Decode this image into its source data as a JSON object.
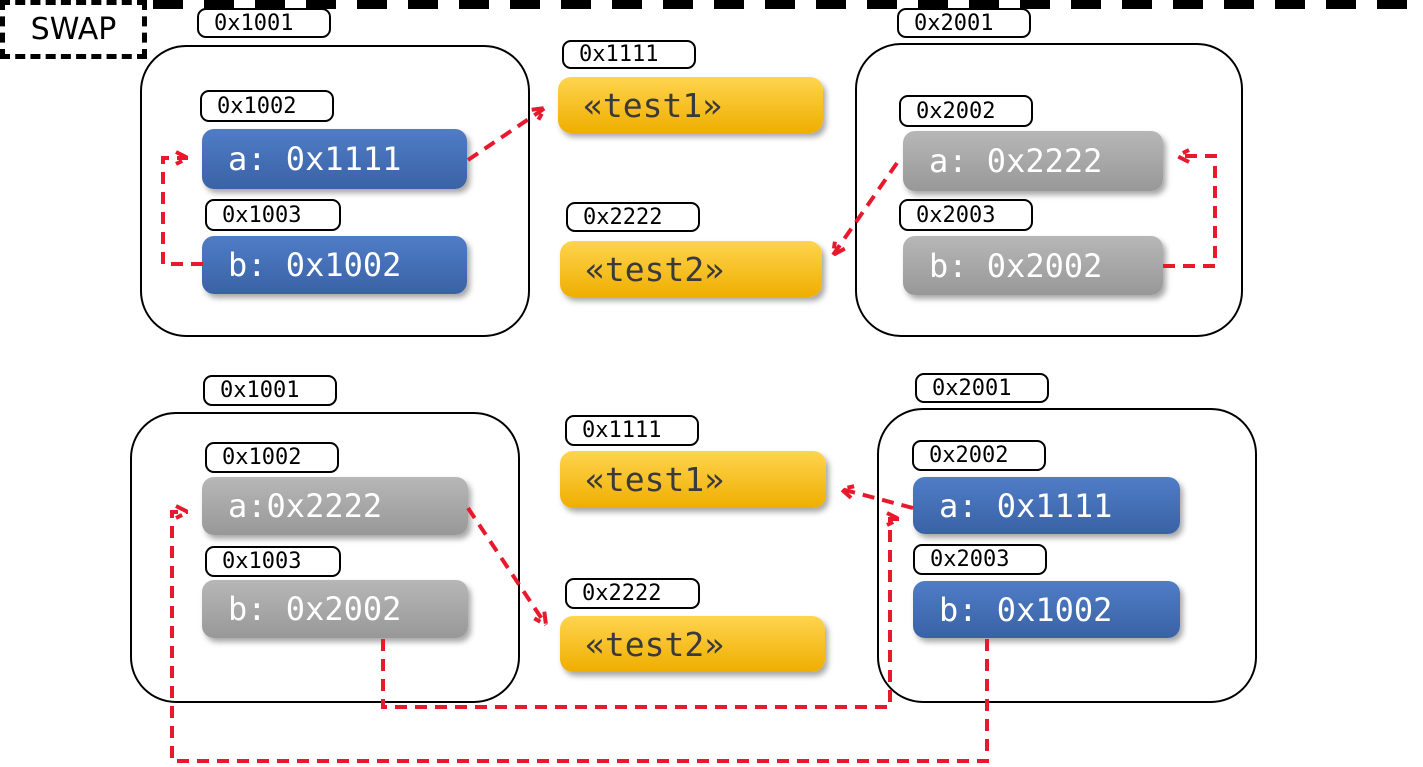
{
  "diagram": {
    "divider_label": "SWAP",
    "colors": {
      "pointer_blue": "#4472C4",
      "pointer_gray": "#A5A5A5",
      "heap_yellow": "#FFC000",
      "arrow_red": "#E8192C"
    },
    "top": {
      "left_frame": {
        "address": "0x1001",
        "slots": [
          {
            "address": "0x1002",
            "value": "a: 0x1111"
          },
          {
            "address": "0x1003",
            "value": "b: 0x1002"
          }
        ]
      },
      "heap_objects": [
        {
          "address": "0x1111",
          "value": "«test1»"
        },
        {
          "address": "0x2222",
          "value": "«test2»"
        }
      ],
      "right_frame": {
        "address": "0x2001",
        "slots": [
          {
            "address": "0x2002",
            "value": "a: 0x2222"
          },
          {
            "address": "0x2003",
            "value": "b: 0x2002"
          }
        ]
      }
    },
    "bottom": {
      "left_frame": {
        "address": "0x1001",
        "slots": [
          {
            "address": "0x1002",
            "value": "a:0x2222"
          },
          {
            "address": "0x1003",
            "value": "b: 0x2002"
          }
        ]
      },
      "heap_objects": [
        {
          "address": "0x1111",
          "value": "«test1»"
        },
        {
          "address": "0x2222",
          "value": "«test2»"
        }
      ],
      "right_frame": {
        "address": "0x2001",
        "slots": [
          {
            "address": "0x2002",
            "value": "a: 0x1111"
          },
          {
            "address": "0x2003",
            "value": "b: 0x1002"
          }
        ]
      }
    }
  }
}
